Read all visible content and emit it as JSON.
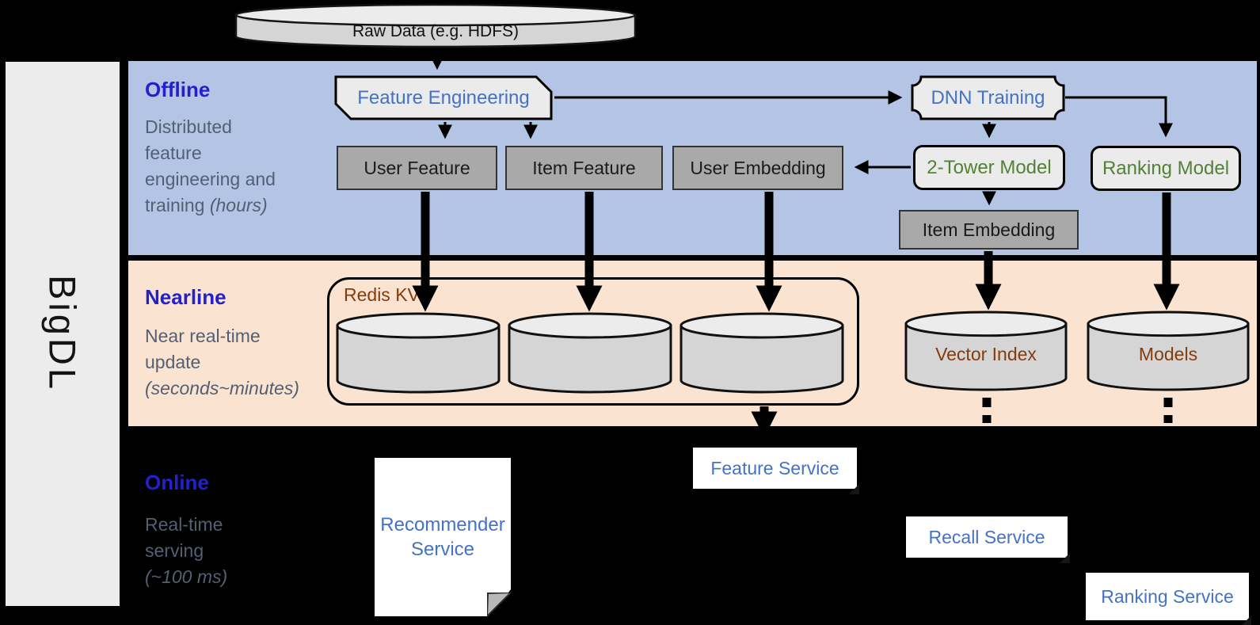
{
  "brand": "BigDL",
  "raw_data": {
    "label": "Raw Data (e.g. HDFS)"
  },
  "sections": {
    "offline": {
      "label": "Offline",
      "description": [
        {
          "t": "Distributed\nfeature\nengineering and\ntraining ",
          "i": false
        },
        {
          "t": "(hours)",
          "i": true
        }
      ]
    },
    "nearline": {
      "label": "Nearline",
      "description": [
        {
          "t": "Near real-time\nupdate\n",
          "i": false
        },
        {
          "t": "(seconds~minutes)",
          "i": true
        }
      ]
    },
    "online": {
      "label": "Online",
      "description": [
        {
          "t": "Real-time\nserving\n",
          "i": false
        },
        {
          "t": "(~100 ms)",
          "i": true
        }
      ]
    }
  },
  "offline_nodes": {
    "feature_engineering": "Feature Engineering",
    "dnn_training": "DNN Training",
    "user_feature": "User Feature",
    "item_feature": "Item Feature",
    "user_embedding": "User Embedding",
    "two_tower_model": "2-Tower Model",
    "ranking_model": "Ranking Model",
    "item_embedding": "Item Embedding"
  },
  "nearline_nodes": {
    "redis_kv": "Redis KV",
    "vector_index": "Vector Index",
    "models": "Models"
  },
  "online_nodes": {
    "recommender_service": "Recommender Service",
    "feature_service": "Feature Service",
    "recall_service": "Recall Service",
    "ranking_service": "Ranking Service"
  },
  "colors": {
    "band_blue": "#b3c4e5",
    "band_peach": "#fbe3d1",
    "sidebar_gray": "#ececec",
    "label_blue": "#2121cd",
    "shape_text_blue": "#4472c4",
    "green": "#538135",
    "brown": "#843c0c",
    "desc_gray": "#535f72",
    "box_gray": "#a9a9a9",
    "shape_fill": "#ebebeb",
    "cylinder_fill": "#d5d5d5",
    "cylinder_top": "#ececec"
  }
}
